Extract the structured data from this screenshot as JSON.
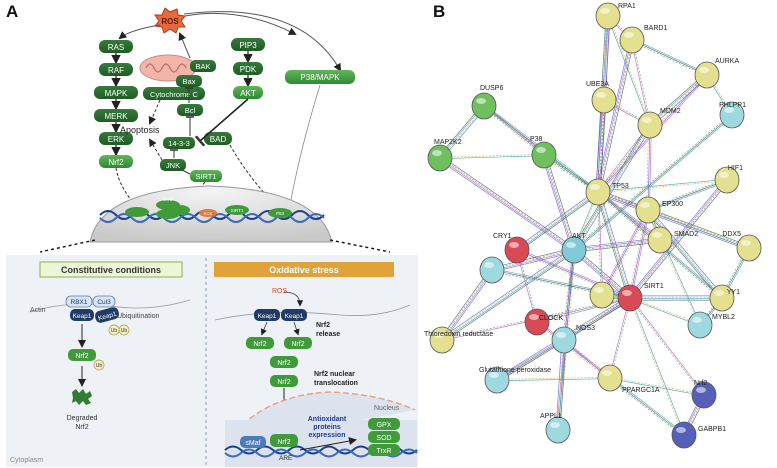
{
  "panel_a": {
    "letter": "A",
    "ros": "ROS",
    "pathway": {
      "ras": "RAS",
      "raf": "RAF",
      "mapk": "MAPK",
      "merk": "MERK",
      "erk": "ERK",
      "nrf2": "Nrf2",
      "bak": "BAK",
      "bax": "Bax",
      "cytochrome_c": "Cytochrome C",
      "bcl": "Bcl",
      "apoptosis": "Apoptosis",
      "p1433": "14-3-3",
      "jnk": "JNK",
      "sirt1": "SIRT1",
      "pip3": "PIP3",
      "pdk": "PDK",
      "akt": "AKT",
      "p38_mapk": "P38/MAPK",
      "bad": "BAD"
    },
    "cell": {
      "sod": "SOD",
      "sirt1": "SIRT1",
      "p53": "P53",
      "ros": "ROS"
    },
    "constitutive": {
      "title": "Constitutive conditions",
      "actin": "Actin",
      "rbx1": "RBX1",
      "cul3": "Cul3",
      "ubiquitination": "Ubiquitination",
      "keap1": "Keap1",
      "ub": "Ub",
      "nrf2": "Nrf2",
      "degraded": "Degraded",
      "degraded2": "Nrf2",
      "cytoplasm": "Cytoplasm"
    },
    "oxidative": {
      "title": "Oxidative stress",
      "ros": "ROS",
      "keap1": "Keap1",
      "nrf2": "Nrf2",
      "release1": "Nrf2",
      "release2": "release",
      "translocation1": "Nrf2 nuclear",
      "translocation2": "translocation",
      "nucleus": "Nucleus",
      "smaf": "sMaf",
      "are": "ARE",
      "antioxidant1": "Antioxidant",
      "antioxidant2": "proteins",
      "antioxidant3": "expression",
      "gpx": "GPX",
      "sod": "SOD",
      "trxr": "TrxR"
    },
    "colors": {
      "green": "#3f9b3a",
      "dark_green": "#1f5c26",
      "navy": "#1f3b66",
      "ros_red": "#d84b1f",
      "box_green_bg": "#eef6d8",
      "box_orange": "#e0a33a"
    }
  },
  "panel_b": {
    "letter": "B",
    "nodes": [
      {
        "id": "RPA1",
        "label": "RPA1",
        "color": "#e3e08f"
      },
      {
        "id": "BARD1",
        "label": "BARD1",
        "color": "#e3e08f"
      },
      {
        "id": "AURKA",
        "label": "AURKA",
        "color": "#e3e08f"
      },
      {
        "id": "PHLPP1",
        "label": "PHLPP1",
        "color": "#9fd9e0"
      },
      {
        "id": "UBE3A",
        "label": "UBE3A",
        "color": "#e3e08f"
      },
      {
        "id": "DUSP6",
        "label": "DUSP6",
        "color": "#6fbf5f"
      },
      {
        "id": "MDM2",
        "label": "MDM2",
        "color": "#e3e08f"
      },
      {
        "id": "P38",
        "label": "P38",
        "color": "#6fbf5f"
      },
      {
        "id": "MAP2K2",
        "label": "MAP2K2",
        "color": "#6fbf5f"
      },
      {
        "id": "HIF1",
        "label": "HIF1",
        "color": "#e3e08f"
      },
      {
        "id": "TP53",
        "label": "TP53",
        "color": "#e3e08f"
      },
      {
        "id": "EP300",
        "label": "EP300",
        "color": "#e3e08f"
      },
      {
        "id": "DDX5",
        "label": "DDX5",
        "color": "#e3e08f"
      },
      {
        "id": "SMAD2",
        "label": "SMAD2",
        "color": "#e3e08f"
      },
      {
        "id": "CRY1",
        "label": "CRY1",
        "color": "#d84a55"
      },
      {
        "id": "AKT",
        "label": "AKT",
        "color": "#7fcad6"
      },
      {
        "id": "MYC",
        "label": "",
        "color": "#e3e08f"
      },
      {
        "id": "SIRT1",
        "label": "SIRT1",
        "color": "#d84a55"
      },
      {
        "id": "YY1",
        "label": "YY1",
        "color": "#e3e08f"
      },
      {
        "id": "CLOCK",
        "label": "CLOCK",
        "color": "#d84a55"
      },
      {
        "id": "MYBL2",
        "label": "MYBL2",
        "color": "#9fd9e0"
      },
      {
        "id": "TXN",
        "label": "Thioredoxin reductase",
        "color": "#e3e08f"
      },
      {
        "id": "NOS3",
        "label": "NOS3",
        "color": "#9fd9e0"
      },
      {
        "id": "FOXO",
        "label": "",
        "color": "#9fd9e0"
      },
      {
        "id": "PPARGC1A",
        "label": "PPARGC1A",
        "color": "#e3e08f"
      },
      {
        "id": "GPX",
        "label": "Glutathione peroxidase",
        "color": "#9fd9e0"
      },
      {
        "id": "Nrf2",
        "label": "Nrf2",
        "color": "#5760b8"
      },
      {
        "id": "APPL1",
        "label": "APPL1",
        "color": "#9fd9e0"
      },
      {
        "id": "GABPB1",
        "label": "GABPB1",
        "color": "#5760b8"
      }
    ]
  }
}
